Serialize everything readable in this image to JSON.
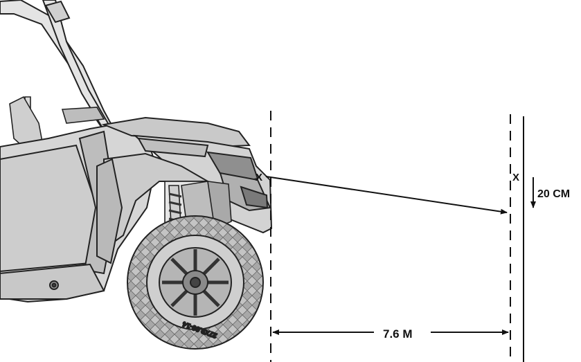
{
  "diagram": {
    "marks": {
      "source": "X",
      "target": "X"
    },
    "drop_label": "20 CM",
    "distance_label": "7.6 M",
    "tire_text": "27X9.00-14",
    "colors": {
      "ink": "#111111",
      "body": "#d6d6d6",
      "body_dark": "#9a9a9a",
      "tire": "#bcbcbc"
    }
  }
}
